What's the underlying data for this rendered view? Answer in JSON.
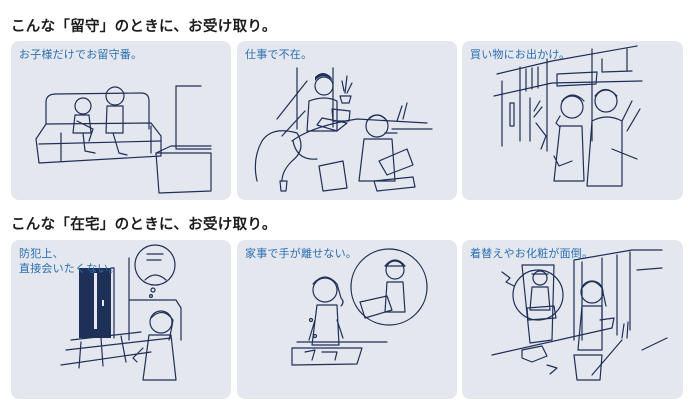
{
  "sections": [
    {
      "heading": "こんな「留守」のときに、お受け取り。",
      "panels": [
        {
          "caption": "お子様だけでお留守番。",
          "illustration": "children-on-sofa-illustration"
        },
        {
          "caption": "仕事で不在。",
          "illustration": "office-workers-illustration"
        },
        {
          "caption": "買い物にお出かけ。",
          "illustration": "couple-shopping-illustration"
        }
      ]
    },
    {
      "heading": "こんな「在宅」のときに、お受け取り。",
      "panels": [
        {
          "caption": "防犯上、\n直接会いたくない。",
          "illustration": "woman-avoiding-door-illustration"
        },
        {
          "caption": "家事で手が離せない。",
          "illustration": "woman-washing-dishes-illustration"
        },
        {
          "caption": "着替えやお化粧が面倒。",
          "illustration": "woman-at-vanity-illustration"
        }
      ]
    }
  ],
  "colors": {
    "heading": "#1c1c1c",
    "caption": "#2b6db2",
    "panel_background": "#e4e8ee",
    "line_art": "#1e2f58"
  }
}
